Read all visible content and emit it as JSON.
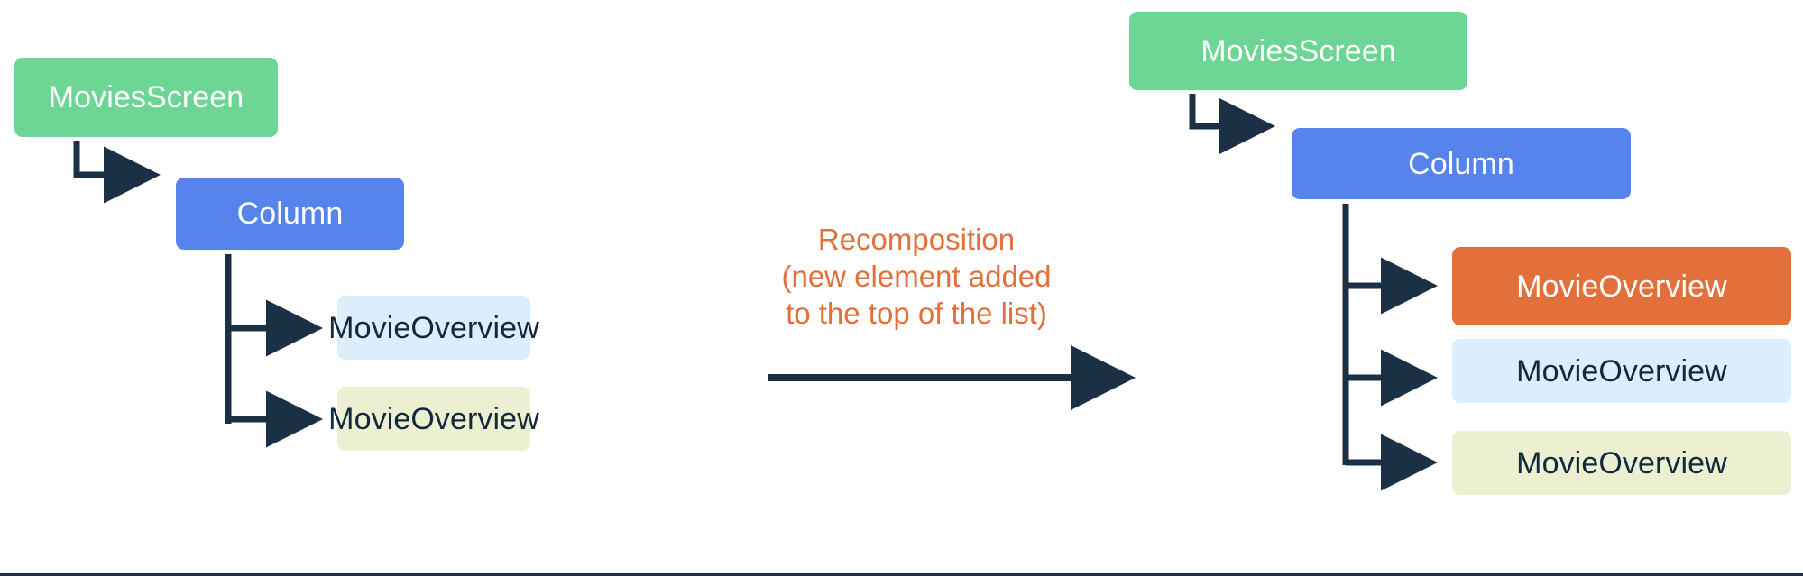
{
  "diagram": {
    "title_text": "",
    "colors": {
      "screen": "#6ed695",
      "column": "#5683ec",
      "overview_blue": "#dcedfb",
      "overview_yellow": "#ecf0d0",
      "overview_orange": "#e3703a",
      "connector": "#1b2f45",
      "caption": "#e3703a",
      "background": "#ffffff"
    },
    "left_tree": {
      "root": {
        "label": "MoviesScreen",
        "color": "screen"
      },
      "column": {
        "label": "Column",
        "color": "column"
      },
      "children": [
        {
          "label": "MovieOverview",
          "color": "overview_blue"
        },
        {
          "label": "MovieOverview",
          "color": "overview_yellow"
        }
      ]
    },
    "center": {
      "caption_line1": "Recomposition",
      "caption_line2": "(new element added",
      "caption_line3": "to the top of the list)",
      "caption_full": "Recomposition\n(new element added\nto the top of the list)",
      "arrow": "transition-arrow-right"
    },
    "right_tree": {
      "root": {
        "label": "MoviesScreen",
        "color": "screen"
      },
      "column": {
        "label": "Column",
        "color": "column"
      },
      "children": [
        {
          "label": "MovieOverview",
          "color": "overview_orange"
        },
        {
          "label": "MovieOverview",
          "color": "overview_blue"
        },
        {
          "label": "MovieOverview",
          "color": "overview_yellow"
        }
      ]
    }
  }
}
